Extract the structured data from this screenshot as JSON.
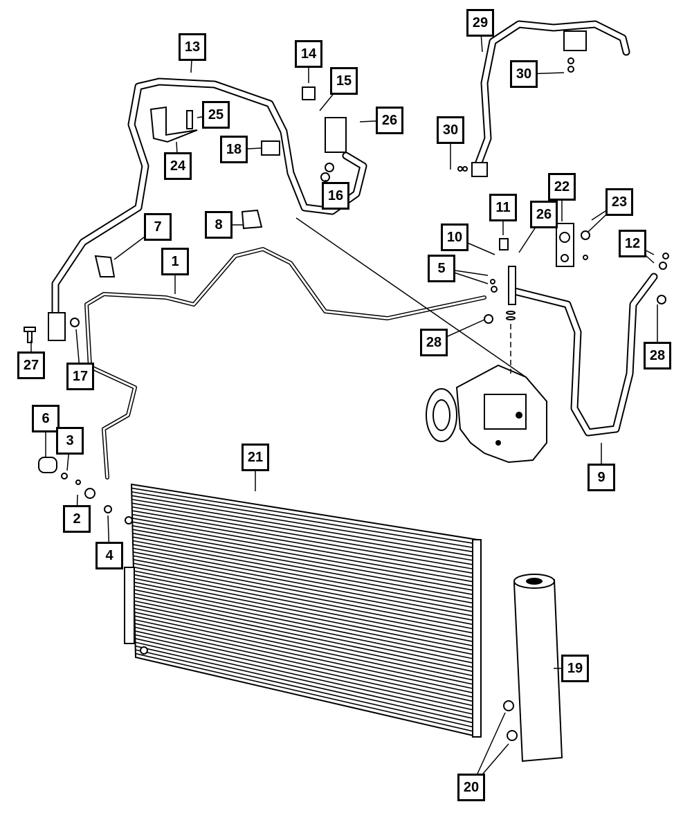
{
  "diagram": {
    "type": "exploded parts diagram",
    "callouts": [
      "13",
      "14",
      "15",
      "25",
      "26",
      "18",
      "24",
      "16",
      "29",
      "30",
      "30",
      "22",
      "23",
      "11",
      "26",
      "10",
      "12",
      "5",
      "7",
      "8",
      "1",
      "28",
      "28",
      "27",
      "17",
      "6",
      "3",
      "2",
      "4",
      "21",
      "9",
      "19",
      "20"
    ]
  }
}
